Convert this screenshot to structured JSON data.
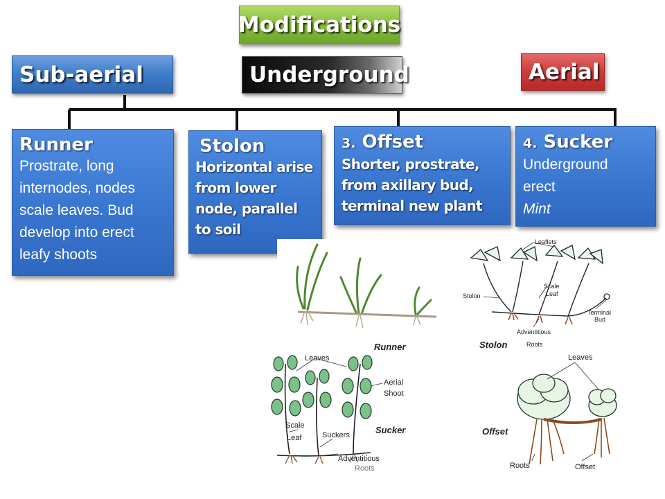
{
  "headers": {
    "modifications": "Modifications",
    "sub_aerial": "Sub-aerial",
    "underground": "Underground",
    "aerial": "Aerial"
  },
  "boxes": {
    "runner": {
      "title": "Runner",
      "body": [
        "Prostrate, long",
        "internodes, nodes",
        "scale leaves. Bud",
        "develop into erect",
        "leafy shoots"
      ]
    },
    "stolon": {
      "title": "Stolon",
      "body": [
        "Horizontal arise",
        "from lower",
        "node, parallel",
        "to soil"
      ]
    },
    "offset": {
      "number": "3.",
      "title": "Offset",
      "body": [
        "Shorter, prostrate,",
        "from axillary bud,",
        "terminal new plant"
      ]
    },
    "sucker": {
      "number": "4.",
      "title": "Sucker",
      "body": [
        "Underground",
        "erect"
      ],
      "example": "Mint"
    }
  },
  "labels": {
    "runner": "Runner",
    "stolon": {
      "caption": "Stolon",
      "leaflets": "Leaflets",
      "scale_leaf": [
        "Scale",
        "Leaf"
      ],
      "stolon": "Stolon",
      "terminal_bud": [
        "Terminal",
        "Bud"
      ],
      "adventitious_roots": [
        "Adventitious",
        "Roots"
      ]
    },
    "sucker": {
      "caption": "Sucker",
      "leaves": "Leaves",
      "aerial_shoot": [
        "Aerial",
        "Shoot"
      ],
      "scale_leaf": [
        "Scale",
        "Leaf"
      ],
      "suckers": "Suckers",
      "adventitious": "Adventitious",
      "roots": "Roots"
    },
    "offset": {
      "caption": "Offset",
      "leaves": "Leaves",
      "roots": "Roots",
      "offset": "Offset"
    }
  },
  "colors": {
    "green_header": "#86be3b",
    "blue_box": "#3a78d2",
    "red_header": "#d03a3a",
    "plant_green": "#7cc08a"
  }
}
